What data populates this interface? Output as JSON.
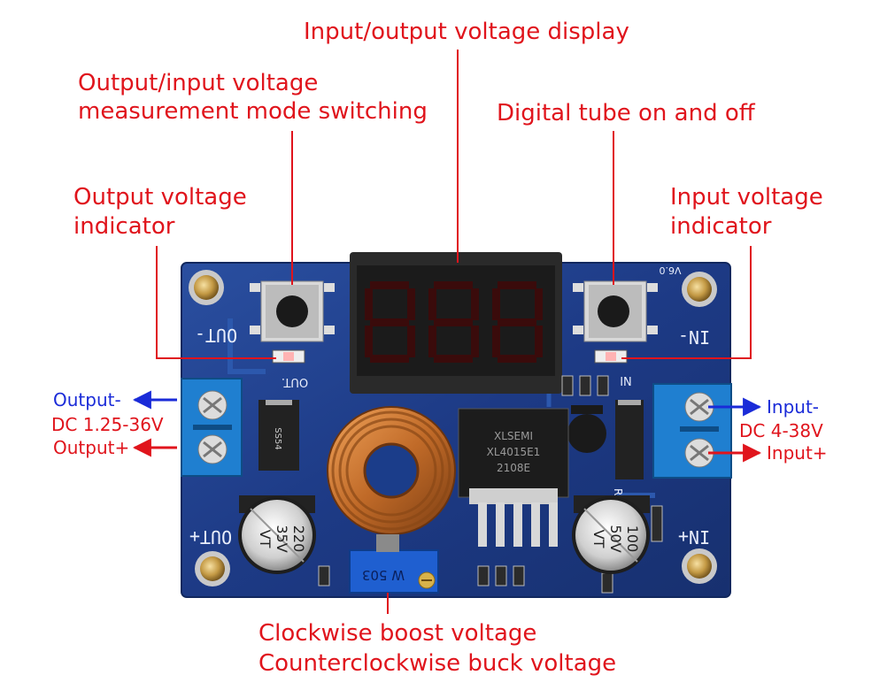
{
  "labels": {
    "display": "Input/output voltage display",
    "mode_line1": "Output/input voltage",
    "mode_line2": "measurement mode switching",
    "tube": "Digital tube on and off",
    "out_ind_line1": "Output voltage",
    "out_ind_line2": "indicator",
    "in_ind_line1": "Input voltage",
    "in_ind_line2": "indicator",
    "output_minus": "Output-",
    "output_range": "DC 1.25-36V",
    "output_plus": "Output+",
    "input_minus": "Input-",
    "input_range": "DC 4-38V",
    "input_plus": "Input+",
    "pot_line1": "Clockwise boost voltage",
    "pot_line2": "Counterclockwise buck voltage"
  },
  "board": {
    "silk_out_minus": "OUT-",
    "silk_out_plus": "OUT+",
    "silk_in_minus": "IN-",
    "silk_in_plus": "IN+",
    "silk_out_led": "OUT.",
    "silk_in_led": "IN",
    "version": "V6.0",
    "chip_line1": "XLSEMI",
    "chip_line2": "XL4015E1",
    "chip_line3": "2108E",
    "cap_left_value": "220",
    "cap_left_voltage": "35V",
    "cap_left_type": "VT",
    "cap_right_value": "100",
    "cap_right_voltage": "50V",
    "cap_right_type": "VT",
    "pot_code": "W 503",
    "diode_code": "SS54",
    "res_code": "R8"
  },
  "colors": {
    "pcb": "#1f3f8c",
    "red_label": "#e0141c",
    "blue_label": "#1a2bd8",
    "led_segments": "#3a0b0b"
  },
  "icons": [
    "arrow-left-icon",
    "arrow-right-icon"
  ]
}
